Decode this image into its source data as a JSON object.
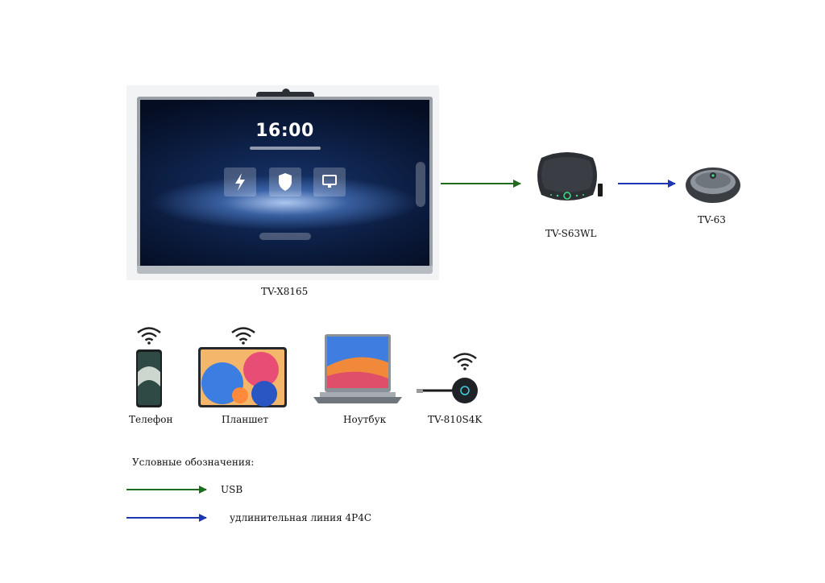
{
  "devices": {
    "panel": {
      "label": "TV-X8165",
      "screen_time": "16:00"
    },
    "speakerphone": {
      "label": "TV-S63WL"
    },
    "expansion_mic": {
      "label": "TV-63"
    },
    "phone": {
      "label": "Телефон"
    },
    "tablet": {
      "label": "Планшет"
    },
    "laptop": {
      "label": "Ноутбук"
    },
    "dongle": {
      "label": "TV-810S4K"
    }
  },
  "connections": [
    {
      "from": "panel",
      "to": "speakerphone",
      "type": "usb",
      "color": "#1e6b1e"
    },
    {
      "from": "speakerphone",
      "to": "expansion_mic",
      "type": "extension",
      "color": "#1c35b0"
    }
  ],
  "legend": {
    "title": "Условные обозначения:",
    "items": [
      {
        "label": "USB",
        "color": "#1e6b1e"
      },
      {
        "label": "удлинительная линия 4P4C",
        "color": "#1c35b0"
      }
    ]
  },
  "icons": {
    "wireless": "wifi-icon"
  }
}
